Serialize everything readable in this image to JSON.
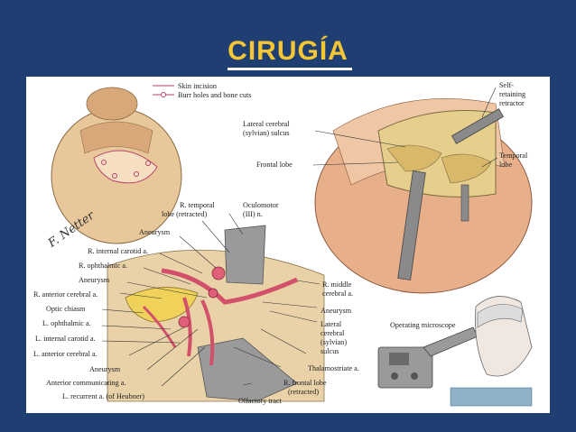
{
  "slide": {
    "title": "CIRUGÍA"
  },
  "legend": {
    "skin_incision": "Skin incision",
    "burr_holes": "Burr holes and bone cuts"
  },
  "labels": {
    "self_retaining_1": "Self-",
    "self_retaining_2": "retaining",
    "self_retaining_3": "retractor",
    "lateral_cerebral_1": "Lateral cerebral",
    "lateral_cerebral_2": "(sylvian) sulcus",
    "frontal_lobe": "Frontal lobe",
    "temporal_lobe_1": "Temporal",
    "temporal_lobe_2": "lobe",
    "r_temporal_1": "R. temporal",
    "r_temporal_2": "lobe (retracted)",
    "oculomotor_1": "Oculomotor",
    "oculomotor_2": "(III) n.",
    "aneurysm_top": "Aneurysm",
    "r_internal_carotid": "R. internal carotid a.",
    "r_ophthalmic": "R. ophthalmic a.",
    "aneurysm_mid": "Aneurysm",
    "r_anterior_cerebral": "R. anterior cerebral a.",
    "optic_chiasm": "Optic chiasm",
    "l_ophthalmic": "L. ophthalmic a.",
    "l_internal_carotid": "L. internal carotid a.",
    "l_anterior_cerebral": "L. anterior cerebral a.",
    "aneurysm_low": "Aneurysm",
    "anterior_communicating": "Anterior communicating a.",
    "l_recurrent": "L. recurrent a. (of Heubner)",
    "olfactory_tract": "Olfactory tract",
    "r_frontal_1": "R. frontal lobe",
    "r_frontal_2": "(retracted)",
    "thalamostriate": "Thalamostriate a.",
    "r_middle_1": "R. middle",
    "r_middle_2": "cerebral a.",
    "aneurysm_right": "Aneurysm",
    "lat_sylvian_1": "Lateral",
    "lat_sylvian_2": "cerebral",
    "lat_sylvian_3": "(sylvian)",
    "lat_sylvian_4": "sulcus",
    "operating_microscope": "Operating microscope"
  },
  "signature": "F. Netter"
}
